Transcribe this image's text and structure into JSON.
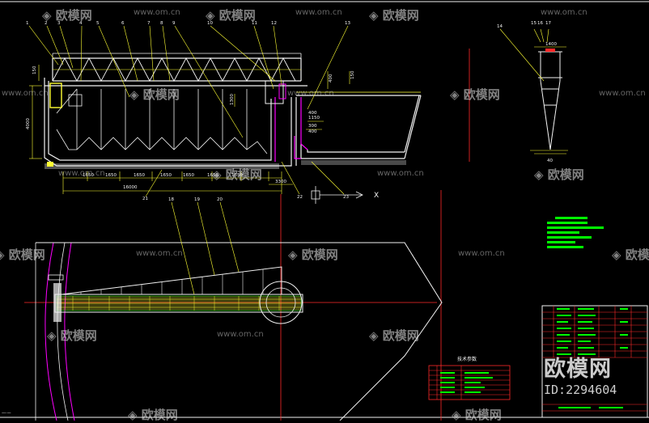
{
  "watermark": {
    "brand": "欧模网",
    "url": "www.om.cn",
    "badge_brand": "欧模网",
    "badge_id": "ID:2294604"
  },
  "callouts_top": [
    "1",
    "2",
    "3",
    "4",
    "5",
    "6",
    "7",
    "8",
    "9",
    "10",
    "11",
    "12",
    "13"
  ],
  "callouts_right": [
    "14",
    "15",
    "16",
    "17"
  ],
  "callouts_bottom": [
    "21",
    "22",
    "23"
  ],
  "callouts_lower": [
    "18",
    "19",
    "20"
  ],
  "dims": {
    "bays": [
      "1650",
      "1650",
      "1650",
      "1650",
      "1650",
      "1650",
      "1650"
    ],
    "overall": "16000",
    "span_right": "3300",
    "height_left": "4000",
    "truss_depth": "150",
    "det_a": "400",
    "det_b": "150",
    "det_c": "1300",
    "det_d": "1150",
    "det_e": "300",
    "det_f": "400",
    "det_g": "400",
    "detail_width": "1400",
    "detail_bottom": "40"
  },
  "axis_label": "X",
  "tech_table_title": "技术参数",
  "colors": {
    "white": "#f2f2f2",
    "yellow": "#ffff33",
    "magenta": "#ff00ff",
    "red": "#ff2a2a",
    "green": "#00ff00",
    "cyan": "#00ffff",
    "orange": "#ff8800"
  }
}
